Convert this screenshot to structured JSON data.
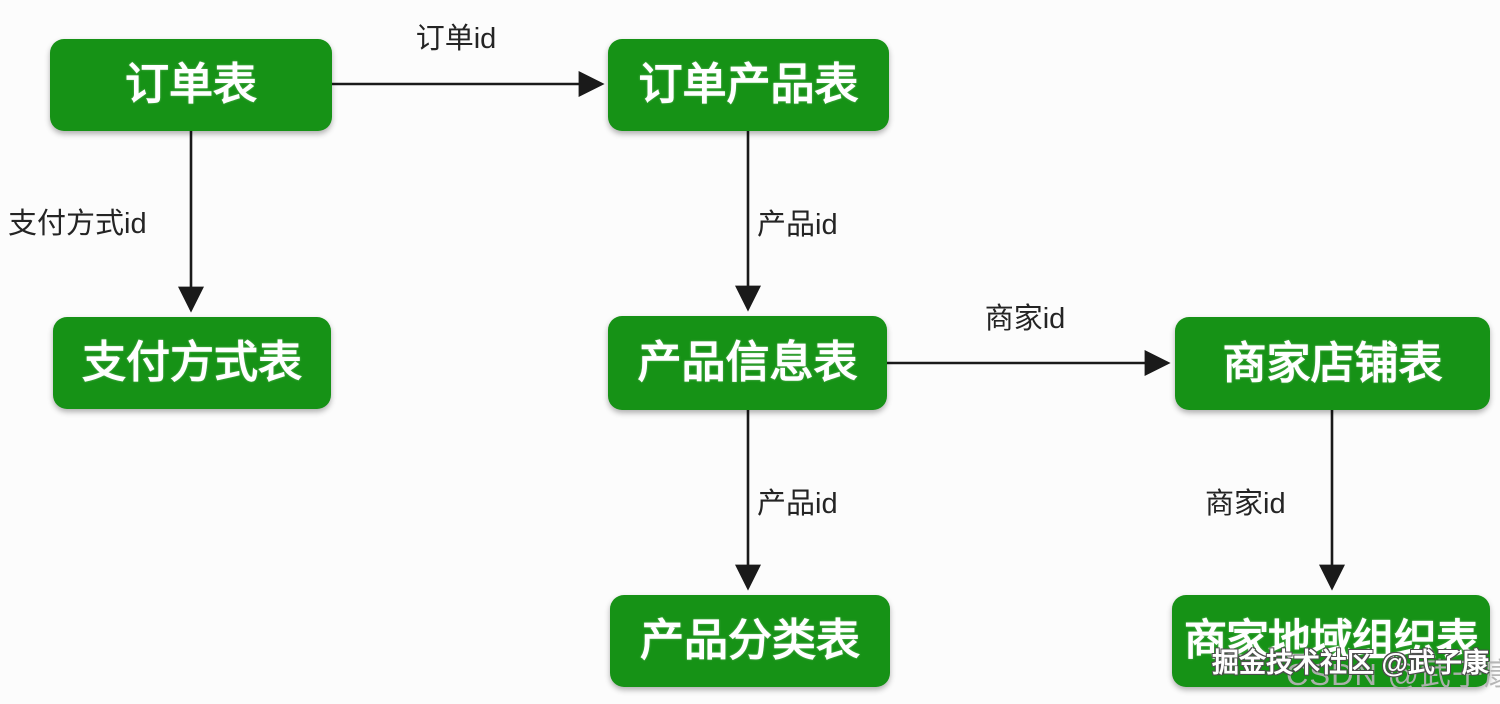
{
  "page": {
    "background": "#fcfcfc"
  },
  "diagram": {
    "type": "er-relationship-flowchart",
    "style": {
      "node_fill": "#169216",
      "node_text_color": "#ffffff",
      "arrow_color": "#1a1a1a",
      "edge_label_color": "#242424"
    },
    "nodes": [
      {
        "id": "order",
        "label": "订单表"
      },
      {
        "id": "order-product",
        "label": "订单产品表"
      },
      {
        "id": "payment-method",
        "label": "支付方式表"
      },
      {
        "id": "product-info",
        "label": "产品信息表"
      },
      {
        "id": "merchant-shop",
        "label": "商家店铺表"
      },
      {
        "id": "product-category",
        "label": "产品分类表"
      },
      {
        "id": "merchant-region",
        "label": "商家地域组织表"
      }
    ],
    "edges": [
      {
        "from": "order",
        "to": "order-product",
        "label": "订单id"
      },
      {
        "from": "order",
        "to": "payment-method",
        "label": "支付方式id"
      },
      {
        "from": "order-product",
        "to": "product-info",
        "label": "产品id"
      },
      {
        "from": "product-info",
        "to": "merchant-shop",
        "label": "商家id"
      },
      {
        "from": "product-info",
        "to": "product-category",
        "label": "产品id"
      },
      {
        "from": "merchant-shop",
        "to": "merchant-region",
        "label": "商家id"
      }
    ]
  },
  "watermarks": {
    "juejin": "掘金技术社区 @武子康",
    "csdn": "CSDN @武子康"
  }
}
